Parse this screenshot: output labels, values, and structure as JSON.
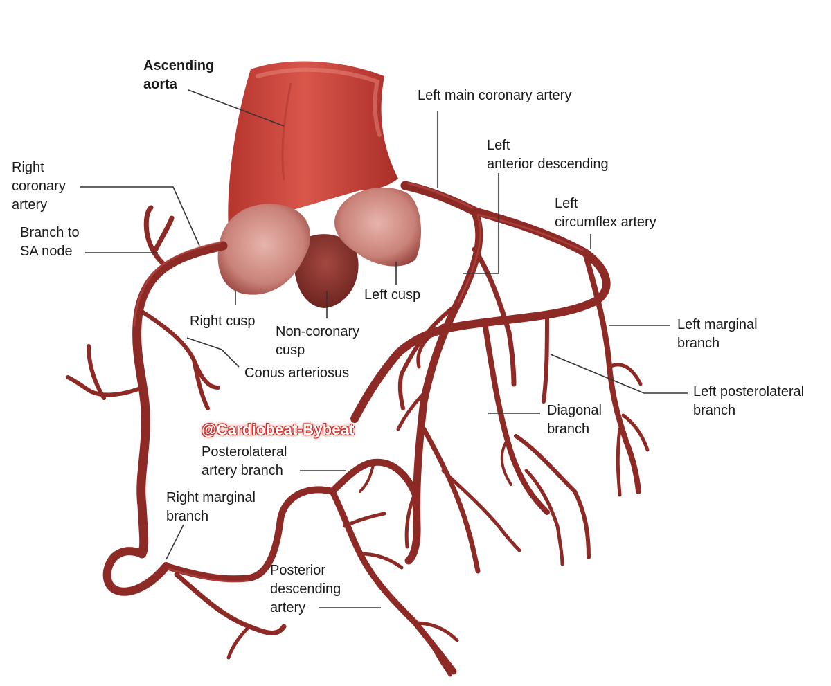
{
  "diagram": {
    "labels": {
      "ascending_aorta": [
        "Ascending",
        "aorta"
      ],
      "left_main": "Left main coronary artery",
      "lad": [
        "Left",
        "anterior descending"
      ],
      "circumflex": [
        "Left",
        "circumflex artery"
      ],
      "rca": [
        "Right",
        "coronary",
        "artery"
      ],
      "sa_node": [
        "Branch to",
        "SA node"
      ],
      "left_cusp": "Left cusp",
      "right_cusp": "Right cusp",
      "non_coronary_cusp": [
        "Non-coronary",
        "cusp"
      ],
      "conus": "Conus arteriosus",
      "left_marginal": [
        "Left marginal",
        "branch"
      ],
      "left_posterolateral": [
        "Left posterolateral",
        "branch"
      ],
      "diagonal": [
        "Diagonal",
        "branch"
      ],
      "posterolateral_artery": [
        "Posterolateral",
        "artery branch"
      ],
      "right_marginal": [
        "Right marginal",
        "branch"
      ],
      "pda": [
        "Posterior",
        "descending",
        "artery"
      ]
    },
    "watermark": "@Cardiobeat-Bybeat",
    "colors": {
      "vessel": "#8e2a26",
      "vessel_highlight": "#c0504a",
      "aorta": "#c9443b",
      "aorta_light": "#e06a5e",
      "cusp": "#d99a93",
      "leader_line": "#333333",
      "watermark_red": "#c8332f"
    }
  }
}
